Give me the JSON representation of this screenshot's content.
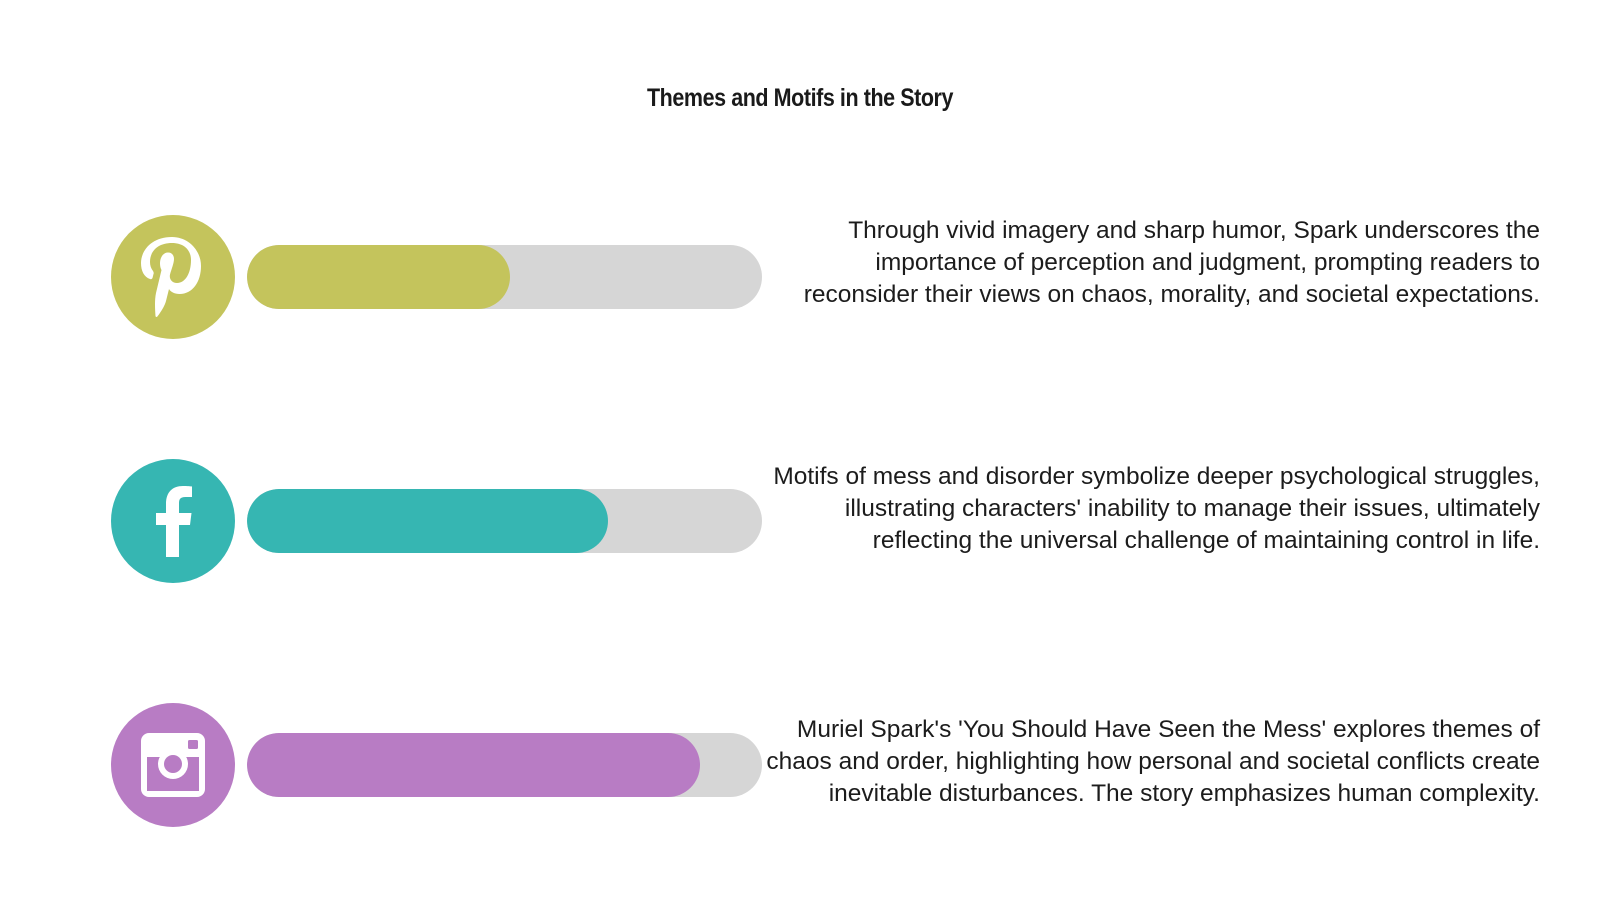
{
  "slide": {
    "title": "Themes and Motifs in the Story"
  },
  "rows": [
    {
      "icon": "pinterest-icon",
      "color": "#c4c45c",
      "progress": 0.51,
      "text": "Through vivid imagery and sharp humor, Spark underscores the importance of perception and judgment, prompting readers to reconsider their views on chaos, morality, and societal expectations."
    },
    {
      "icon": "facebook-icon",
      "color": "#36b6b2",
      "progress": 0.7,
      "text": "Motifs of mess and disorder symbolize deeper psychological struggles, illustrating characters' inability to manage their issues, ultimately reflecting the universal challenge of maintaining control in life."
    },
    {
      "icon": "instagram-icon",
      "color": "#b87cc4",
      "progress": 0.88,
      "text": "Muriel Spark's 'You Should Have Seen the Mess' explores themes of chaos and order, highlighting how personal and societal conflicts create inevitable disturbances. The story emphasizes human complexity."
    }
  ]
}
